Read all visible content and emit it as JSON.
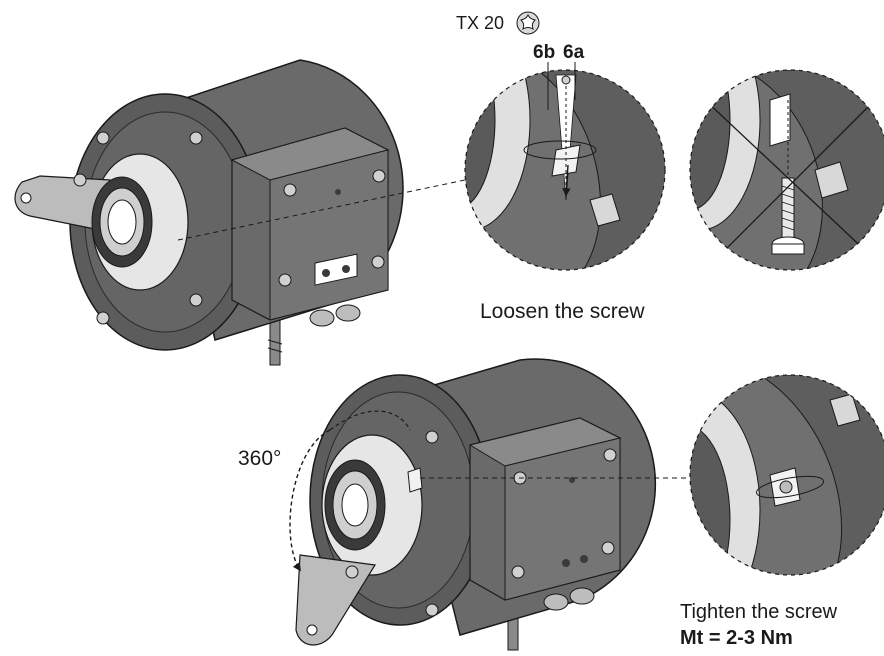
{
  "labels": {
    "torx": "TX 20",
    "screw_b": "6b",
    "screw_a": "6a",
    "loosen": "Loosen the screw",
    "angle": "360°",
    "tighten": "Tighten the screw",
    "torque": "Mt = 2-3 Nm"
  },
  "colors": {
    "housing_dark": "#5c5c5c",
    "housing_mid": "#777777",
    "housing_light": "#a8a8a8",
    "metal": "#d9d9d9",
    "flange": "#cfcfcf",
    "outline": "#1a1a1a"
  },
  "icons": [
    "torx-star-icon",
    "rotation-arrow-icon",
    "cross-out-icon"
  ]
}
